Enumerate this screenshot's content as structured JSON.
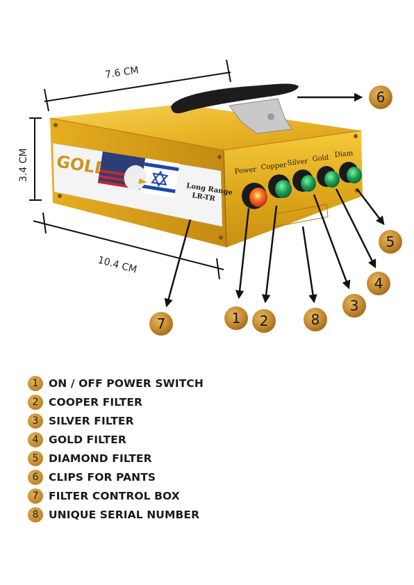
{
  "dimensions": {
    "width_label": "7.6 CM",
    "height_label": "3.4 CM",
    "length_label": "10.4 CM"
  },
  "device": {
    "brand_logo_text": "GOLD",
    "model_line1": "Long Range",
    "model_line2": "LR-TR",
    "button_labels": [
      "Power",
      "Copper",
      "Silver",
      "Gold",
      "Diam"
    ]
  },
  "callouts": [
    "1",
    "2",
    "3",
    "4",
    "5",
    "6",
    "7",
    "8"
  ],
  "legend": [
    {
      "num": "1",
      "text": "ON / OFF POWER SWITCH"
    },
    {
      "num": "2",
      "text": "COOPER FILTER"
    },
    {
      "num": "3",
      "text": "SILVER FILTER"
    },
    {
      "num": "4",
      "text": "GOLD FILTER"
    },
    {
      "num": "5",
      "text": "DIAMOND FILTER"
    },
    {
      "num": "6",
      "text": "CLIPS FOR PANTS"
    },
    {
      "num": "7",
      "text": "FILTER CONTROL BOX"
    },
    {
      "num": "8",
      "text": "UNIQUE SERIAL NUMBER"
    }
  ],
  "colors": {
    "box_gold": "#e8b21f",
    "callout_gold": "#c58a2e",
    "button_green": "#1fa35a",
    "power_red": "#e0301e"
  }
}
